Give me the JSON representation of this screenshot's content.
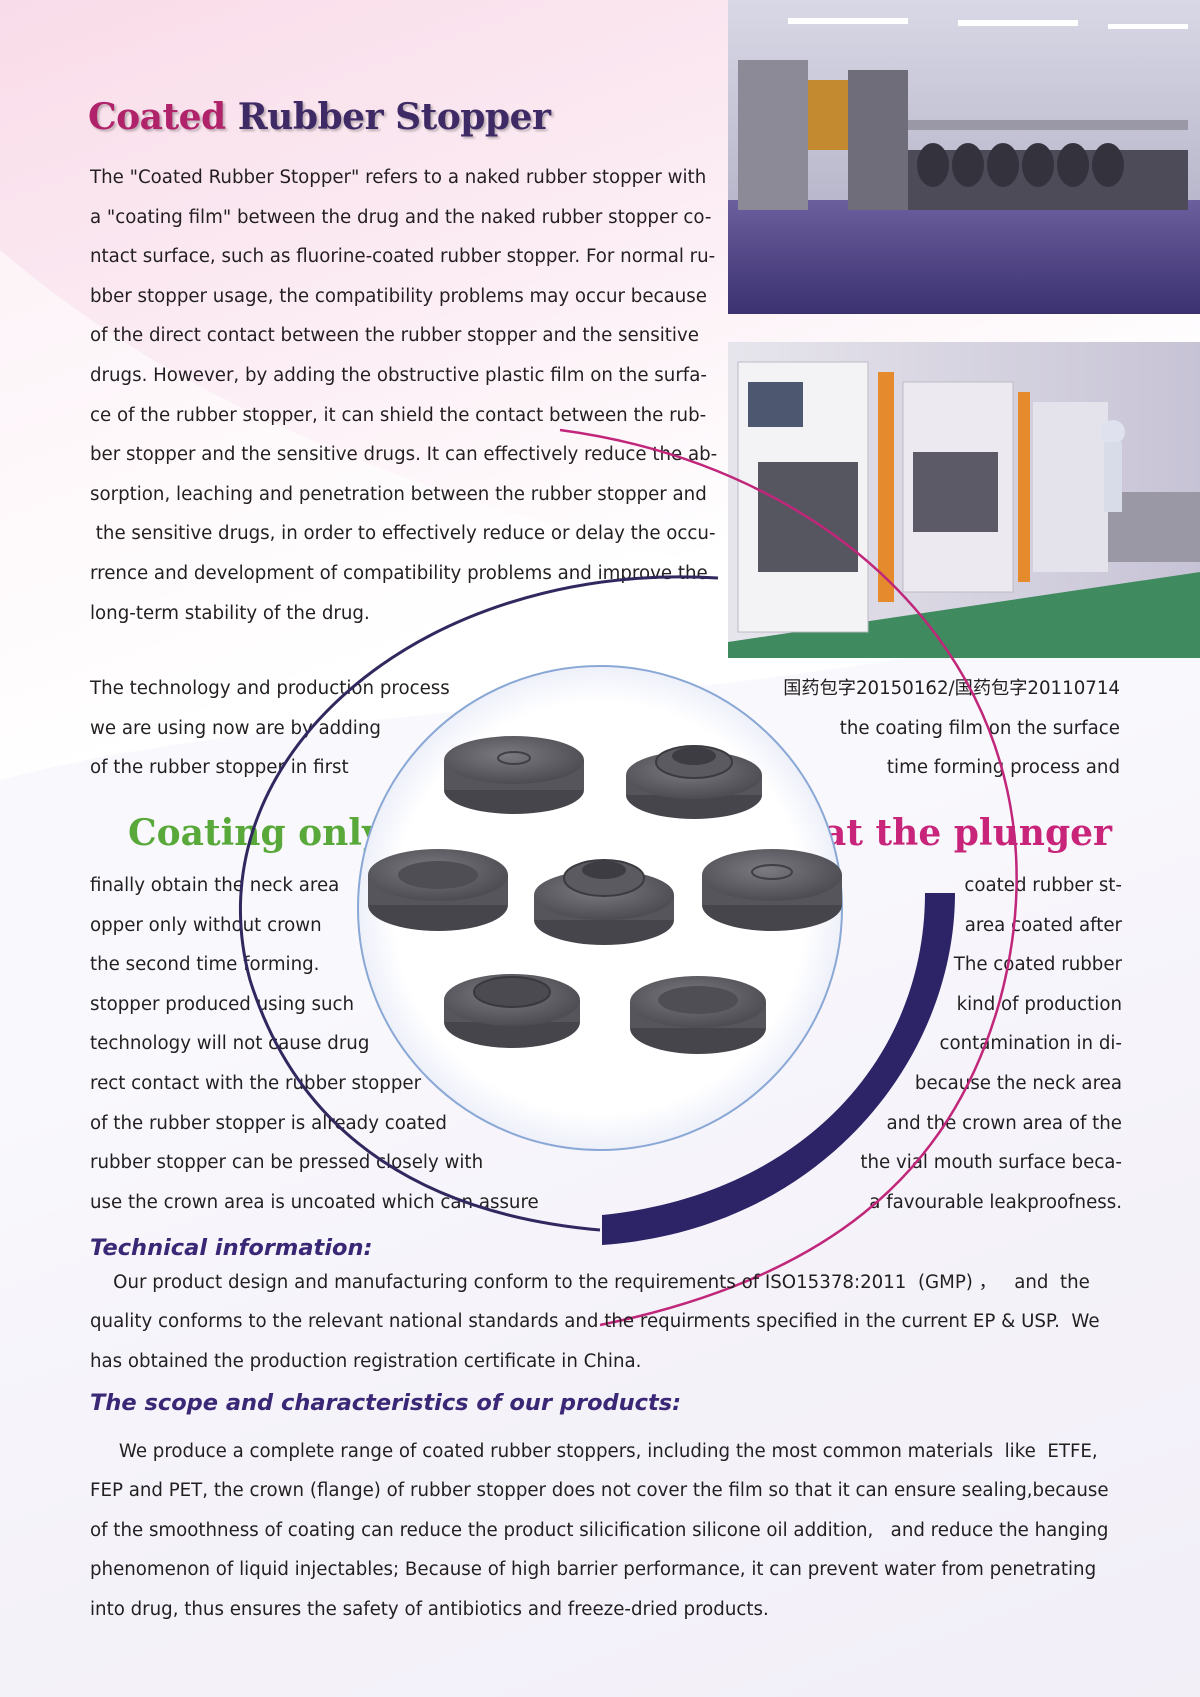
{
  "title": {
    "part1": "Coated",
    "part2": "Rubber Stopper"
  },
  "intro_lines": [
    "The \"Coated Rubber Stopper\" refers to a naked rubber stopper with",
    "a \"coating film\" between the drug and the naked rubber stopper co-",
    "ntact surface, such as fluorine-coated rubber stopper. For normal ru-",
    "bber stopper usage, the compatibility problems may occur because",
    "of the direct contact between the rubber stopper and the sensitive",
    "drugs. However, by adding the obstructive plastic film on the surfa-",
    "ce of the rubber stopper, it can shield the contact between the rub-",
    "ber stopper and the sensitive drugs. It can effectively reduce the ab-",
    "sorption, leaching and penetration between the rubber stopper and",
    " the sensitive drugs, in order to effectively reduce or delay the occu-",
    "rrence and development of compatibility problems and improve the",
    "long-term stability of the drug."
  ],
  "process_left": [
    "The technology and production process",
    "we are using now are by adding",
    "of the rubber stopper in first"
  ],
  "process_right": [
    "国药包字20150162/国药包字20110714",
    "the coating film on the surface",
    "time forming process and"
  ],
  "slogan": {
    "left": "Coating only",
    "right": "at the plunger"
  },
  "lower_left": [
    "finally obtain the neck area",
    "opper only without crown",
    "the second time forming.",
    "stopper produced using such",
    "technology will not cause drug",
    "rect contact with the rubber stopper",
    "of the rubber stopper is already coated",
    "rubber stopper can be pressed closely with",
    "use the crown area is uncoated which can assure"
  ],
  "lower_right": [
    "coated rubber st-",
    "area coated after",
    "The coated rubber",
    "kind of production",
    "contamination in di-",
    "because the neck area",
    "and the crown area of the",
    "the vial mouth surface beca-",
    "a favourable leakproofness."
  ],
  "technical": {
    "heading": "Technical information:",
    "lines": [
      "    Our product design and manufacturing conform to the requirements of ISO15378:2011  (GMP) ，   and  the",
      "quality conforms to the relevant national standards and the requirments specified in the current EP & USP.  We",
      "has obtained the production registration certificate in China."
    ]
  },
  "scope": {
    "heading": "The scope and characteristics of our products:",
    "lines": [
      "     We produce a complete range of coated rubber stoppers, including the most common materials  like  ETFE,",
      "FEP and PET, the crown (flange) of rubber stopper does not cover the film so that it can ensure sealing,because",
      "of the smoothness of coating can reduce the product silicification silicone oil addition,   and reduce the hanging",
      "phenomenon of liquid injectables; Because of high barrier performance, it can prevent water from penetrating",
      "into drug, thus ensures the safety of antibiotics and freeze-dried products."
    ]
  },
  "colors": {
    "pink": "#b0236b",
    "navy": "#3e2a64",
    "green": "#59a83a",
    "magenta": "#c8257a",
    "heading_purple": "#3a2775"
  }
}
